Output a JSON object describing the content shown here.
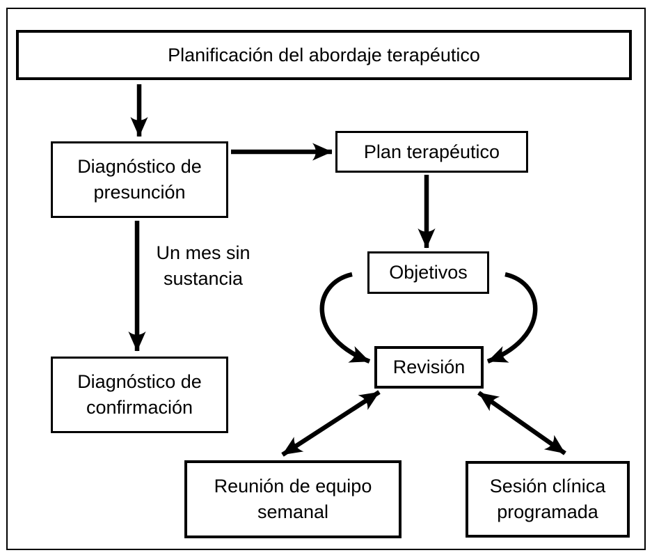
{
  "diagram": {
    "title": "Planificación del abordaje terapéutico",
    "nodes": {
      "diagnostico_presuncion": "Diagnóstico de presunción",
      "plan_terapeutico": "Plan terapéutico",
      "objetivos": "Objetivos",
      "revision": "Revisión",
      "diagnostico_confirmacion": "Diagnóstico de confirmación",
      "reunion_equipo": "Reunión de equipo semanal",
      "sesion_clinica": "Sesión clínica programada"
    },
    "edge_labels": {
      "un_mes_sin_sustancia": "Un mes sin sustancia"
    },
    "colors": {
      "stroke": "#000000",
      "background": "#ffffff"
    }
  }
}
